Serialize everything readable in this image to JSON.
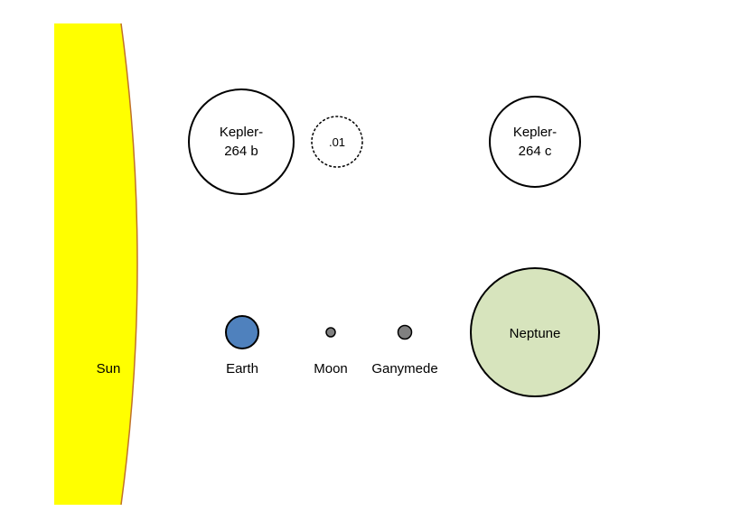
{
  "diagram": {
    "bodies": {
      "sun": {
        "label": "Sun",
        "fill": "#ffff00",
        "edge": "#c0712b"
      },
      "kepler_264b": {
        "label_line1": "Kepler-",
        "label_line2": "264 b",
        "fill": "#ffffff",
        "stroke": "#000000"
      },
      "moon_candidate": {
        "label": ".01",
        "fill": "#ffffff",
        "stroke": "#000000",
        "style": "dashed"
      },
      "kepler_264c": {
        "label_line1": "Kepler-",
        "label_line2": "264 c",
        "fill": "#ffffff",
        "stroke": "#000000"
      },
      "earth": {
        "label": "Earth",
        "fill": "#4f81bd",
        "stroke": "#000000"
      },
      "moon": {
        "label": "Moon",
        "fill": "#808080",
        "stroke": "#000000"
      },
      "ganymede": {
        "label": "Ganymede",
        "fill": "#808080",
        "stroke": "#000000"
      },
      "neptune": {
        "label": "Neptune",
        "fill": "#d7e4bd",
        "stroke": "#000000"
      }
    }
  }
}
